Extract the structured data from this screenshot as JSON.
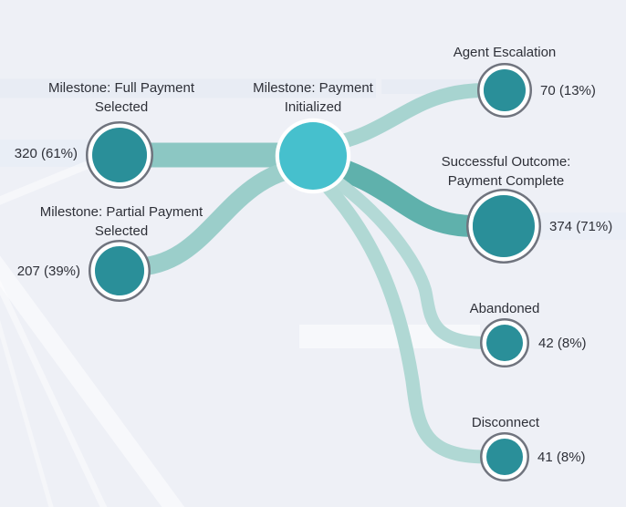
{
  "app": {
    "background": "#eef0f6",
    "text_color": "#2e3038"
  },
  "colors": {
    "source_target_node_fill": "#2a8f99",
    "center_node_fill": "#46c0cd",
    "node_outer_ring": "#70747e",
    "node_inner_ring": "#ffffff",
    "link_full_to_center": "#8cc7c3",
    "link_partial_to_center": "#9bceca",
    "link_center_to_agent_escalation": "#a7d4d0",
    "link_center_to_success": "#5fb1ac",
    "link_center_to_abandoned": "#b3d9d6",
    "link_center_to_disconnect": "#b0d8d4"
  },
  "chart_data": {
    "type": "sankey",
    "layout": {
      "orientation": "left-to-right",
      "hub": "Milestone: Payment Initialized"
    },
    "center_node": {
      "label": "Milestone: Payment Initialized"
    },
    "sources": [
      {
        "label": "Milestone: Full Payment Selected",
        "value": 320,
        "percent": 61,
        "value_label": "320 (61%)"
      },
      {
        "label": "Milestone: Partial Payment Selected",
        "value": 207,
        "percent": 39,
        "value_label": "207 (39%)"
      }
    ],
    "targets": [
      {
        "label": "Agent Escalation",
        "value": 70,
        "percent": 13,
        "value_label": "70 (13%)"
      },
      {
        "label": "Successful Outcome: Payment Complete",
        "value": 374,
        "percent": 71,
        "value_label": "374 (71%)"
      },
      {
        "label": "Abandoned",
        "value": 42,
        "percent": 8,
        "value_label": "42 (8%)"
      },
      {
        "label": "Disconnect",
        "value": 41,
        "percent": 8,
        "value_label": "41 (8%)"
      }
    ],
    "links": [
      {
        "from": "Milestone: Full Payment Selected",
        "to": "Milestone: Payment Initialized",
        "value": 320
      },
      {
        "from": "Milestone: Partial Payment Selected",
        "to": "Milestone: Payment Initialized",
        "value": 207
      },
      {
        "from": "Milestone: Payment Initialized",
        "to": "Agent Escalation",
        "value": 70
      },
      {
        "from": "Milestone: Payment Initialized",
        "to": "Successful Outcome: Payment Complete",
        "value": 374
      },
      {
        "from": "Milestone: Payment Initialized",
        "to": "Abandoned",
        "value": 42
      },
      {
        "from": "Milestone: Payment Initialized",
        "to": "Disconnect",
        "value": 41
      }
    ]
  }
}
